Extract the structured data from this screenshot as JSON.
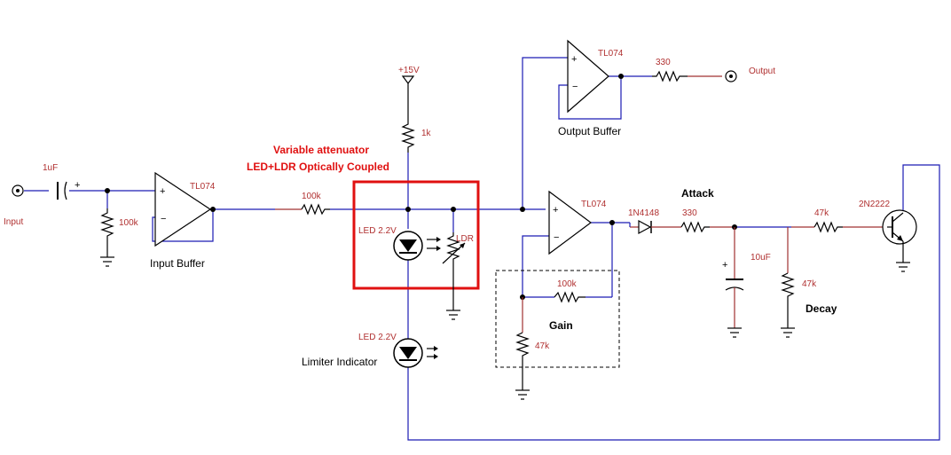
{
  "title_line1": "Variable attenuator",
  "title_line2": "LED+LDR Optically Coupled",
  "ports": {
    "input": "Input",
    "output": "Output"
  },
  "components": {
    "c_in": "1uF",
    "r_in": "100k",
    "opamp1": "TL074",
    "opamp2": "TL074",
    "opamp3": "TL074",
    "r_series": "100k",
    "supply": "+15V",
    "r_led": "1k",
    "led1": "LED 2.2V",
    "ldr": "LDR",
    "led2": "LED 2.2V",
    "r_out": "330",
    "r_fb": "100k",
    "r_gain": "47k",
    "diode": "1N4148",
    "r_attack": "330",
    "c_hold": "10uF",
    "r_decay": "47k",
    "r_base": "47k",
    "transistor": "2N2222"
  },
  "captions": {
    "input_buffer": "Input Buffer",
    "output_buffer": "Output Buffer",
    "limiter": "Limiter Indicator",
    "gain": "Gain",
    "attack": "Attack",
    "decay": "Decay"
  },
  "colors": {
    "wire": "#1c1cb4",
    "label": "#b03030",
    "highlight": "#e01010"
  }
}
